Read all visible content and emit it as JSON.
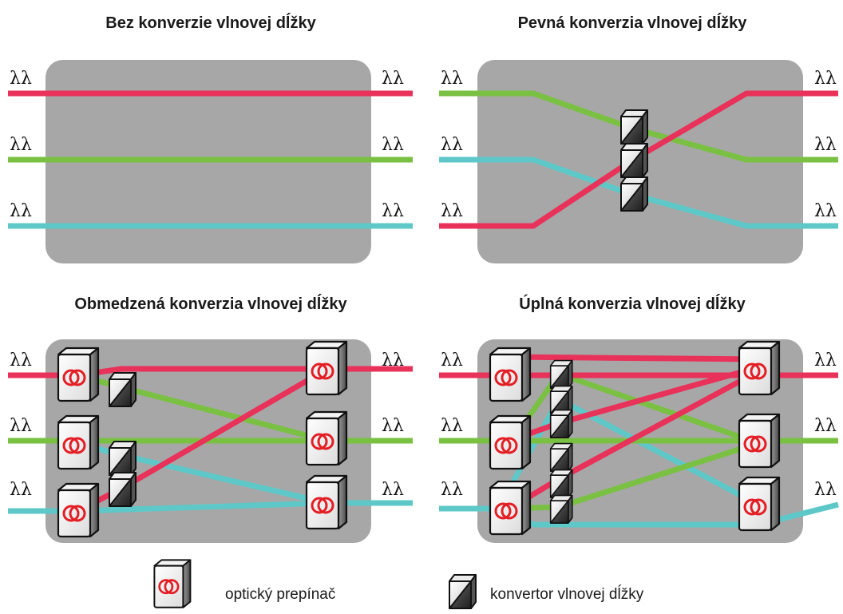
{
  "colors": {
    "red": "#e8325a",
    "green": "#7ac143",
    "cyan": "#5ec8c8",
    "panel_bg": "#a7a7a7",
    "switch_ring": "#e31e24"
  },
  "channel_label": "λλ",
  "panels": [
    {
      "title": "Bez konverzie vlnovej dĺžky"
    },
    {
      "title": "Pevná konverzia vlnovej dĺžky"
    },
    {
      "title": "Obmedzená konverzia vlnovej dĺžky"
    },
    {
      "title": "Úplná konverzia vlnovej dĺžky"
    }
  ],
  "legend": {
    "switch_label": "optický prepínač",
    "converter_label": "konvertor vlnovej dĺžky",
    "switch_icon": "optical-switch-icon",
    "converter_icon": "wavelength-converter-icon"
  }
}
